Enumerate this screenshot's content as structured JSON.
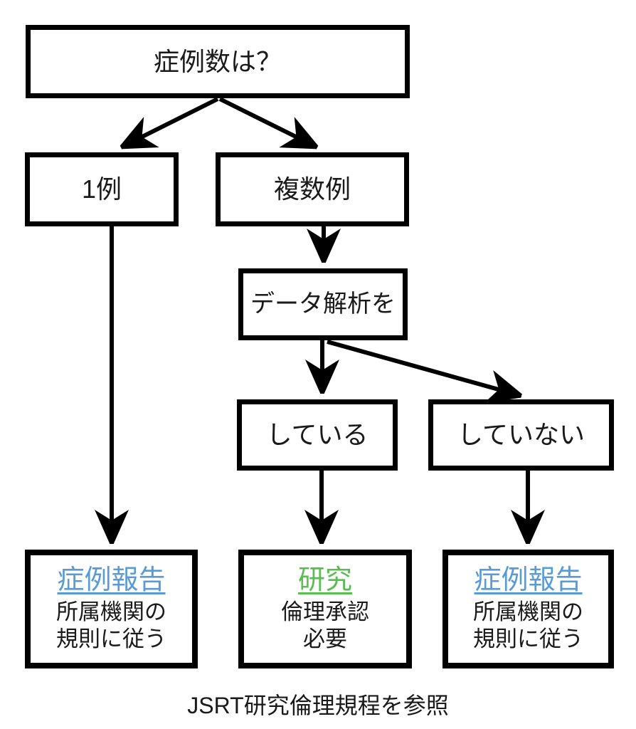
{
  "diagram": {
    "nodes": {
      "question": {
        "label": "症例数は？"
      },
      "one_case": {
        "label": "1例"
      },
      "multiple_cases": {
        "label": "複数例"
      },
      "data_analysis": {
        "label": "データ解析を"
      },
      "doing": {
        "label": "している"
      },
      "not_doing": {
        "label": "していない"
      },
      "outcome_left": {
        "title": "症例報告",
        "body_line1": "所属機関の",
        "body_line2": "規則に従う",
        "title_color": "#5B9BD5"
      },
      "outcome_middle": {
        "title": "研究",
        "body_line1": "倫理承認",
        "body_line2": "必要",
        "title_color": "#57BE4F"
      },
      "outcome_right": {
        "title": "症例報告",
        "body_line1": "所属機関の",
        "body_line2": "規則に従う",
        "title_color": "#5B9BD5"
      }
    },
    "caption": "JSRT研究倫理規程を参照",
    "colors": {
      "case_report_blue": "#5B9BD5",
      "research_green": "#57BE4F",
      "line_black": "#000000",
      "background": "#ffffff"
    }
  }
}
